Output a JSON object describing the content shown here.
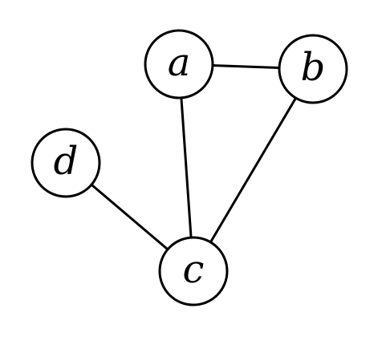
{
  "graph": {
    "nodes": [
      {
        "id": "a",
        "label": "a"
      },
      {
        "id": "b",
        "label": "b"
      },
      {
        "id": "c",
        "label": "c"
      },
      {
        "id": "d",
        "label": "d"
      }
    ],
    "edges": [
      {
        "from": "a",
        "to": "b"
      },
      {
        "from": "a",
        "to": "c"
      },
      {
        "from": "b",
        "to": "c"
      },
      {
        "from": "d",
        "to": "c"
      }
    ],
    "colors": {
      "stroke": "#000000",
      "fill": "#ffffff"
    }
  }
}
